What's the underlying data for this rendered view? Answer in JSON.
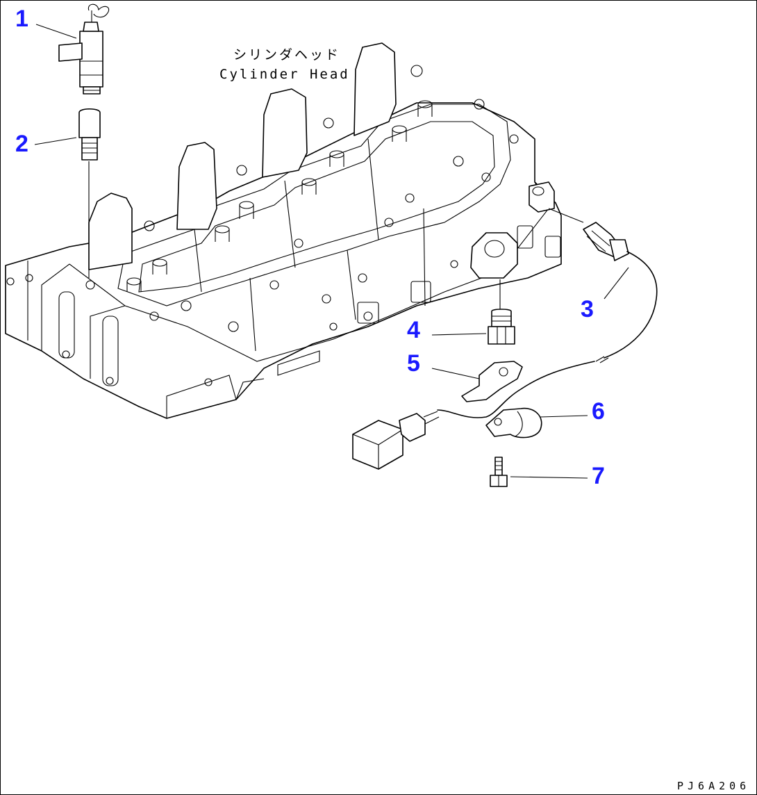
{
  "labels": {
    "part_jp": "シリンダヘッド",
    "part_en": "Cylinder Head",
    "drawing_code": "PJ6A206"
  },
  "callouts": [
    {
      "num": "1"
    },
    {
      "num": "2"
    },
    {
      "num": "3"
    },
    {
      "num": "4"
    },
    {
      "num": "5"
    },
    {
      "num": "6"
    },
    {
      "num": "7"
    }
  ],
  "colors": {
    "callout": "#1a1aff",
    "line": "#000000",
    "background": "#ffffff"
  }
}
